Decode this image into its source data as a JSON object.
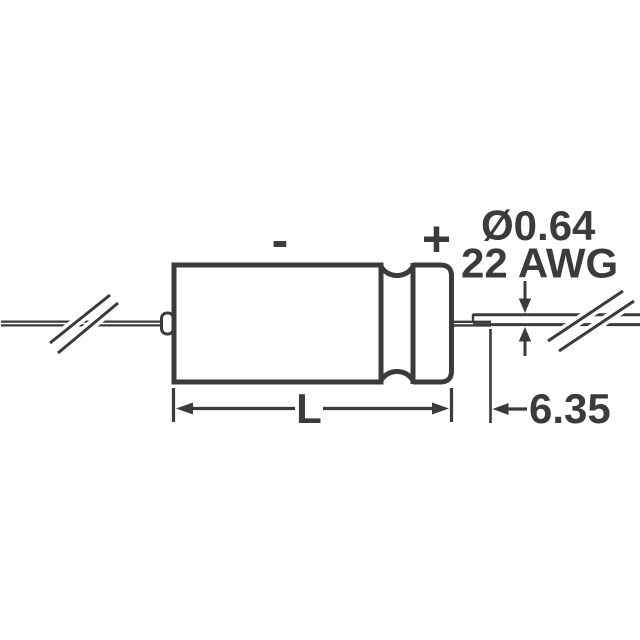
{
  "colors": {
    "line": "#3b3b3d",
    "background": "#ffffff"
  },
  "diagram": {
    "labels": {
      "negative_polarity": "-",
      "positive_polarity": "+",
      "lead_diameter": "Ø0.64",
      "lead_gauge": "22 AWG",
      "body_length": "L",
      "lead_length": "6.35"
    }
  }
}
